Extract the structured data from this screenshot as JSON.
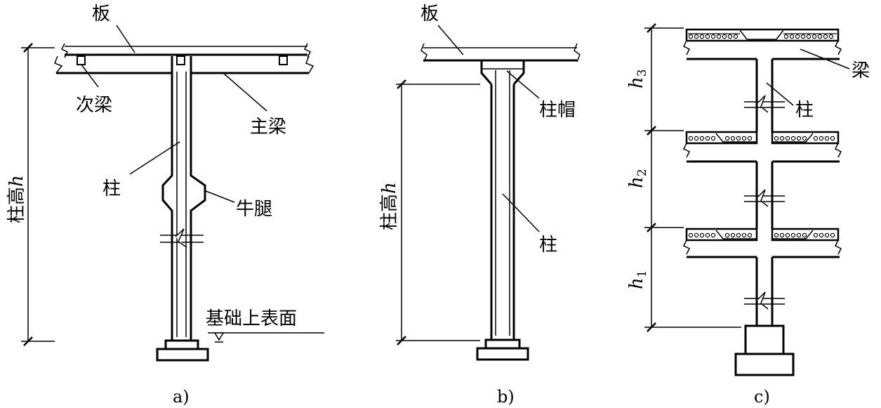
{
  "panel_a": {
    "slab": "板",
    "secondary_beam": "次梁",
    "main_beam": "主梁",
    "column": "柱",
    "corbel": "牛腿",
    "foundation_top": "基础上表面",
    "height_label": "柱高",
    "height_var": "h",
    "caption": "a)"
  },
  "panel_b": {
    "slab": "板",
    "column_cap": "柱帽",
    "column": "柱",
    "height_label": "柱高",
    "height_var": "h",
    "caption": "b)"
  },
  "panel_c": {
    "beam": "梁",
    "column": "柱",
    "h_var": "h",
    "h3_sub": "3",
    "h2_sub": "2",
    "h1_sub": "1",
    "caption": "c)"
  }
}
